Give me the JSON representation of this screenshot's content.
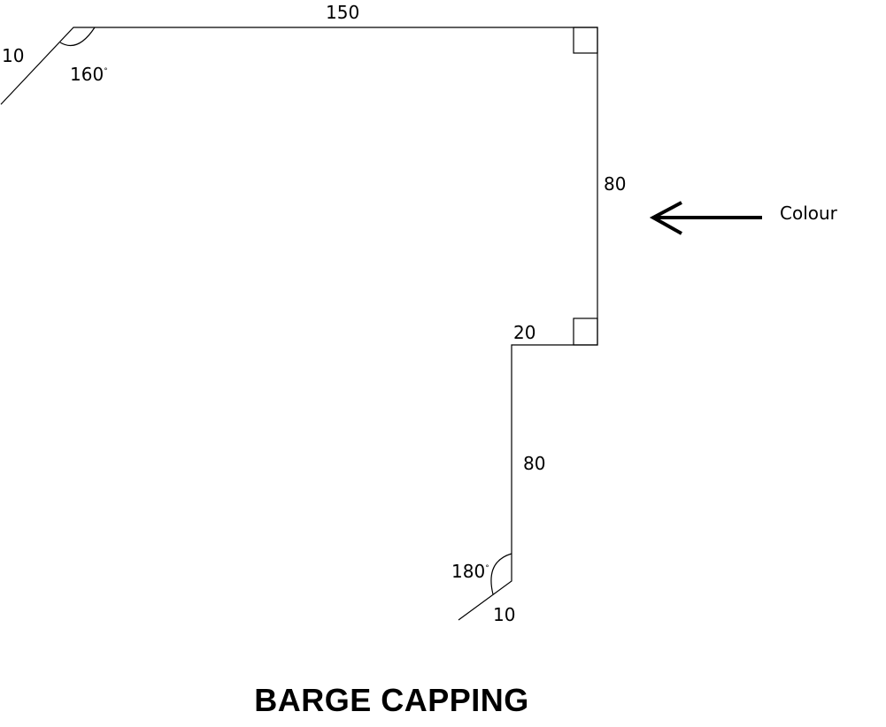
{
  "diagram": {
    "title": "BARGE CAPPING",
    "dimensions": {
      "top_flange": "150",
      "top_lip": "10",
      "top_angle": "160",
      "right_face": "80",
      "step": "20",
      "lower_face": "80",
      "bottom_angle": "180",
      "bottom_lip": "10"
    },
    "degree_symbol": "°",
    "pointer": {
      "label": "Colour"
    }
  }
}
